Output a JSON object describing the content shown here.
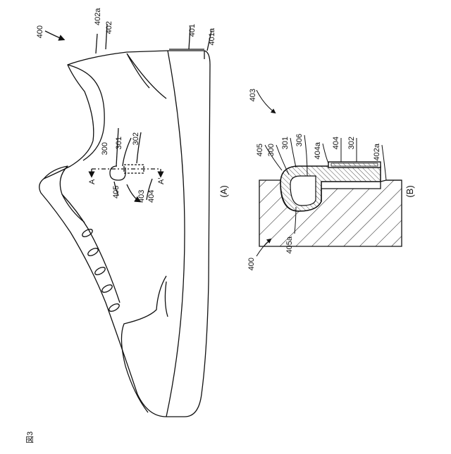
{
  "figure": {
    "figure_label": "図3",
    "panel_a": {
      "caption": "(A)",
      "ref_labels": {
        "shoe": "400",
        "upper": "402",
        "upper_surface": "402a",
        "sole": "401",
        "sole_surface": "401a",
        "button": "300",
        "button_head": "301",
        "button_shaft": "302",
        "recess": "403",
        "insert": "404",
        "hook": "405",
        "section_a": "A",
        "section_a_prime": "A′"
      }
    },
    "panel_b": {
      "caption": "(B)",
      "ref_labels": {
        "recess": "403",
        "hook": "405",
        "button": "300",
        "button_head": "301",
        "core": "306",
        "insert_surface": "404a",
        "insert": "404",
        "button_shaft": "302",
        "upper_surface": "402a",
        "shoe": "400",
        "hook_surface": "405a"
      }
    }
  }
}
